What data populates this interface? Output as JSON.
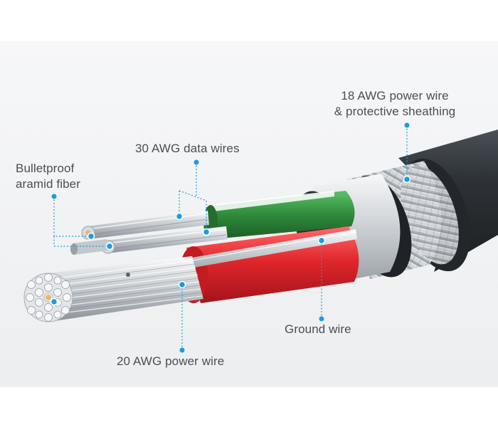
{
  "labels": {
    "power_18": {
      "line1": "18 AWG power wire",
      "line2": "& protective sheathing"
    },
    "data_30": "30 AWG data wires",
    "aramid": {
      "line1": "Bulletproof",
      "line2": "aramid fiber"
    },
    "ground": "Ground wire",
    "power_20": "20 AWG power wire"
  },
  "colors": {
    "jacket": "#2b2f33",
    "braid": "#c9cdd1",
    "green_insulation": "#2f8a3a",
    "red_insulation": "#e0262b",
    "callout": "#1d9be0",
    "text": "#4a4f55"
  }
}
